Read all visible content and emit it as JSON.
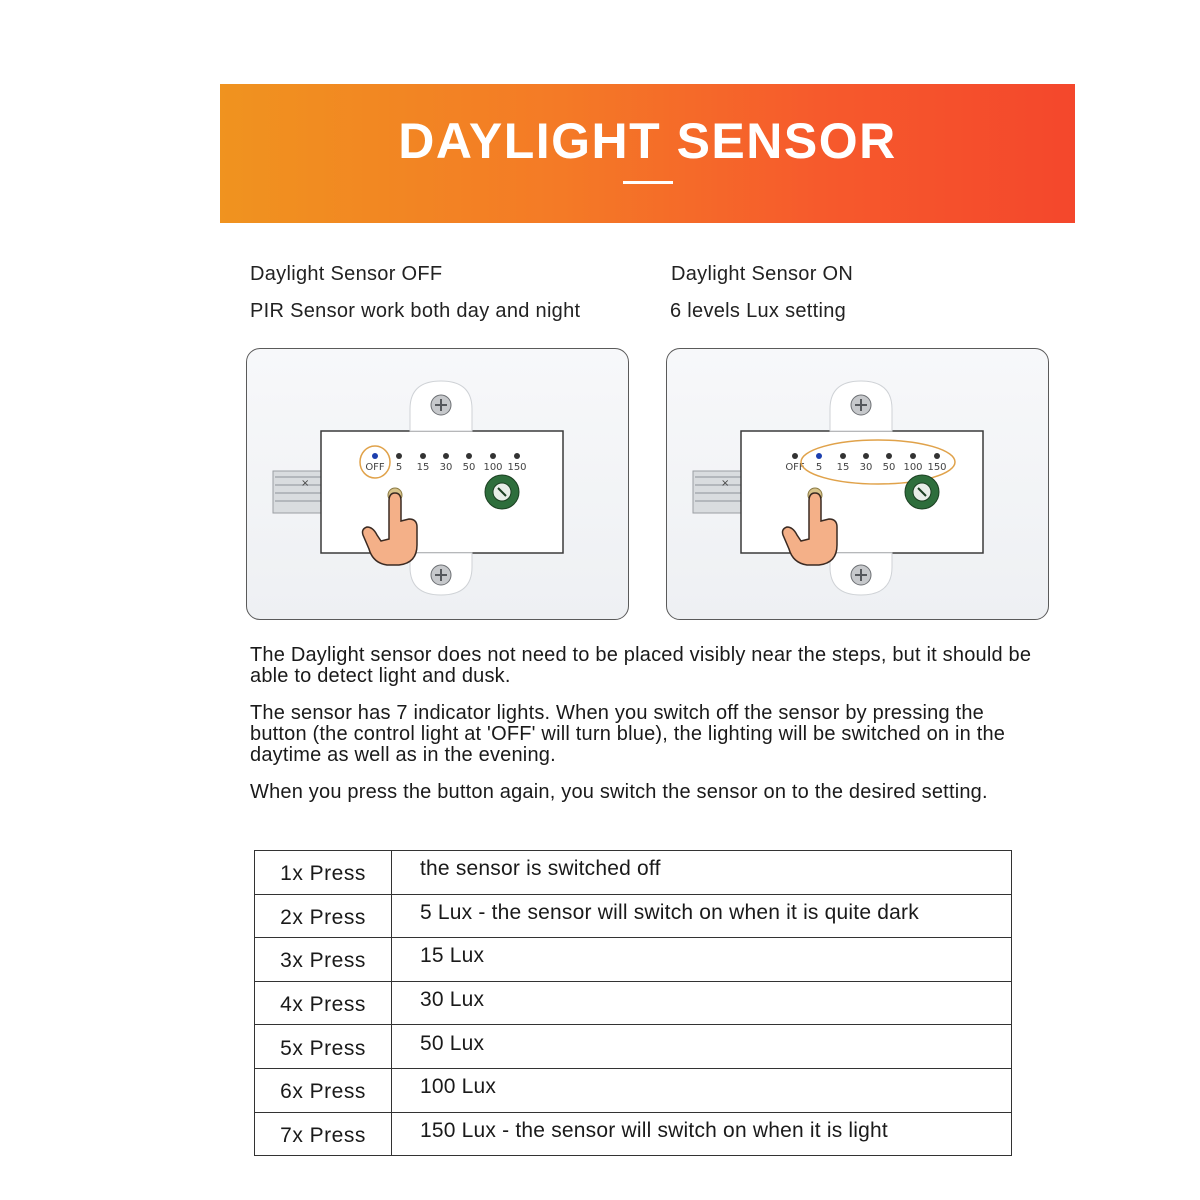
{
  "banner": {
    "title": "DAYLIGHT SENSOR"
  },
  "left_panel": {
    "caption_title": "Daylight Sensor OFF",
    "caption_sub": "PIR Sensor work both day and night"
  },
  "right_panel": {
    "caption_title": "Daylight Sensor ON",
    "caption_sub": "6 levels Lux setting"
  },
  "device": {
    "labels": [
      "OFF",
      "5",
      "15",
      "30",
      "50",
      "100",
      "150"
    ]
  },
  "paragraphs": [
    "The Daylight sensor does not need to be placed visibly near the steps, but it should be able to detect light and dusk.",
    "The sensor has 7 indicator lights. When you switch off the sensor by pressing the button (the control light at 'OFF' will turn blue), the lighting will be switched on in the daytime as well as in the evening.",
    "When you press the button again, you switch the sensor on to the desired setting."
  ],
  "press_table": [
    {
      "press": "1x Press",
      "result": "the sensor is switched off"
    },
    {
      "press": "2x Press",
      "result": "5 Lux - the sensor will switch on when it is quite dark"
    },
    {
      "press": "3x Press",
      "result": "15 Lux"
    },
    {
      "press": "4x Press",
      "result": "30 Lux"
    },
    {
      "press": "5x Press",
      "result": "50 Lux"
    },
    {
      "press": "6x Press",
      "result": "100 Lux"
    },
    {
      "press": "7x Press",
      "result": "150 Lux - the sensor will switch on when it is light"
    }
  ],
  "colors": {
    "banner_start": "#f0931f",
    "banner_end": "#f4472c",
    "indicator_blue": "#1c3fae",
    "highlight_ring": "#e0a24a"
  }
}
